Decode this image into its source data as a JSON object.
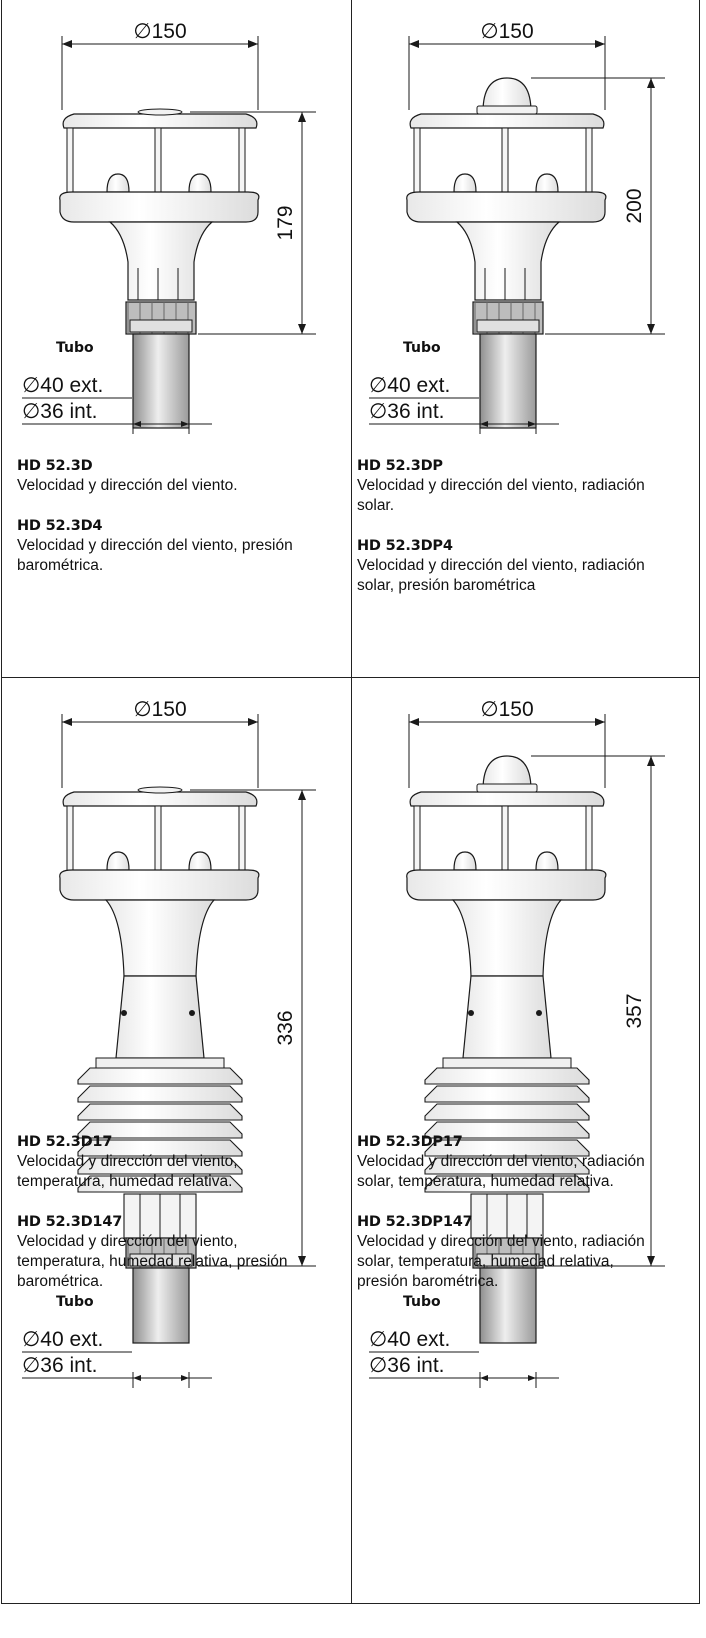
{
  "cells": [
    {
      "width_label": "∅150",
      "height_label": "179",
      "tube_title": "Tubo",
      "tube_ext": "∅40 ext.",
      "tube_int": "∅36 int.",
      "models": [
        {
          "code": "HD 52.3D",
          "lines": [
            "Velocidad y dirección del viento."
          ]
        },
        {
          "code": "HD 52.3D4",
          "lines": [
            "Velocidad y dirección del viento, presión",
            "barométrica."
          ]
        }
      ]
    },
    {
      "width_label": "∅150",
      "height_label": "200",
      "tube_title": "Tubo",
      "tube_ext": "∅40 ext.",
      "tube_int": "∅36 int.",
      "models": [
        {
          "code": "HD 52.3DP",
          "lines": [
            "Velocidad y dirección del viento, radiación",
            "solar."
          ]
        },
        {
          "code": "HD 52.3DP4",
          "lines": [
            "Velocidad y dirección del viento, radiación",
            "solar, presión barométrica"
          ]
        }
      ]
    },
    {
      "width_label": "∅150",
      "height_label": "336",
      "tube_title": "Tubo",
      "tube_ext": "∅40 ext.",
      "tube_int": "∅36 int.",
      "models": [
        {
          "code": "HD 52.3D17",
          "lines": [
            "Velocidad y dirección del viento,",
            "temperatura, humedad relativa."
          ]
        },
        {
          "code": "HD 52.3D147",
          "lines": [
            "Velocidad y dirección del viento,",
            "temperatura, humedad relativa, presión",
            "barométrica."
          ]
        }
      ]
    },
    {
      "width_label": "∅150",
      "height_label": "357",
      "tube_title": "Tubo",
      "tube_ext": "∅40 ext.",
      "tube_int": "∅36 int.",
      "models": [
        {
          "code": "HD 52.3DP17",
          "lines": [
            "Velocidad y dirección del viento, radiación",
            "solar, temperatura, humedad relativa."
          ]
        },
        {
          "code": "HD 52.3DP147",
          "lines": [
            "Velocidad y dirección del viento, radiación",
            "solar, temperatura, humedad relativa,",
            "presión barométrica."
          ]
        }
      ]
    }
  ]
}
